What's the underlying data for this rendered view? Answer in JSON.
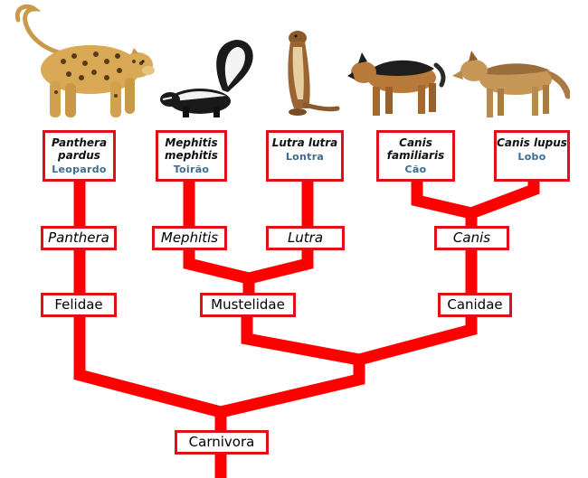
{
  "colors": {
    "branch": "#ff0000",
    "box_border": "#e0101a",
    "common_name": "#3b6b8e"
  },
  "animals": [
    {
      "icon": "leopard-illustration"
    },
    {
      "icon": "skunk-illustration"
    },
    {
      "icon": "otter-illustration"
    },
    {
      "icon": "dog-illustration"
    },
    {
      "icon": "wolf-illustration"
    }
  ],
  "species": [
    {
      "scientific": "Panthera pardus",
      "common": "Leopardo"
    },
    {
      "scientific": "Mephitis mephitis",
      "common": "Toirão"
    },
    {
      "scientific": "Lutra lutra",
      "common": "Lontra"
    },
    {
      "scientific": "Canis familiaris",
      "common": "Cão"
    },
    {
      "scientific": "Canis lupus",
      "common": "Lobo"
    }
  ],
  "genera": [
    "Panthera",
    "Mephitis",
    "Lutra",
    "Canis"
  ],
  "families": [
    "Felidae",
    "Mustelidae",
    "Canidae"
  ],
  "order": "Carnivora"
}
